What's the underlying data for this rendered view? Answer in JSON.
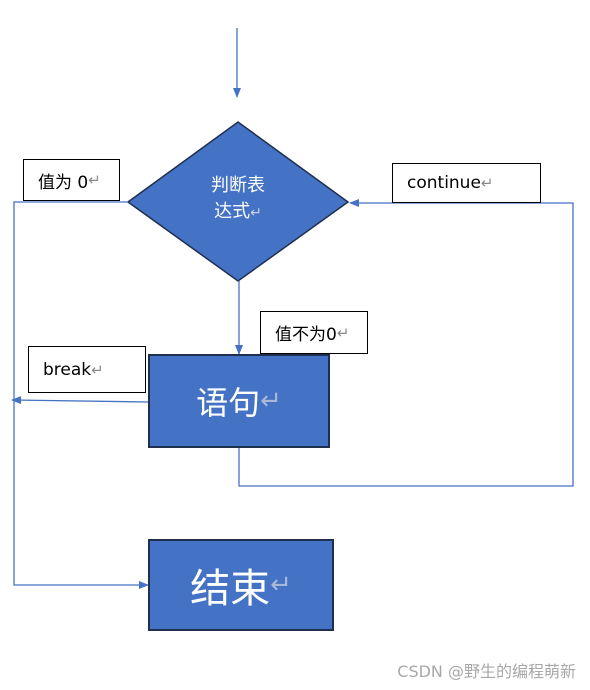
{
  "diagram": {
    "decision": {
      "line1": "判断表",
      "line2": "达式",
      "return_mark": "↵"
    },
    "statement": {
      "label": "语句",
      "return_mark": "↵"
    },
    "end": {
      "label": "结束",
      "return_mark": "↵"
    },
    "labels": {
      "zero": {
        "text": "值为 0",
        "return_mark": "↵"
      },
      "nonzero": {
        "text": "值不为0",
        "return_mark": "↵"
      },
      "break": {
        "text": "break",
        "return_mark": "↵"
      },
      "continue": {
        "text": "continue",
        "return_mark": "↵"
      }
    },
    "colors": {
      "shape_fill": "#4472c4",
      "shape_border": "#1f2f4f",
      "connector": "#4472c4"
    }
  },
  "watermark": {
    "text": "CSDN @野生的编程萌新"
  }
}
